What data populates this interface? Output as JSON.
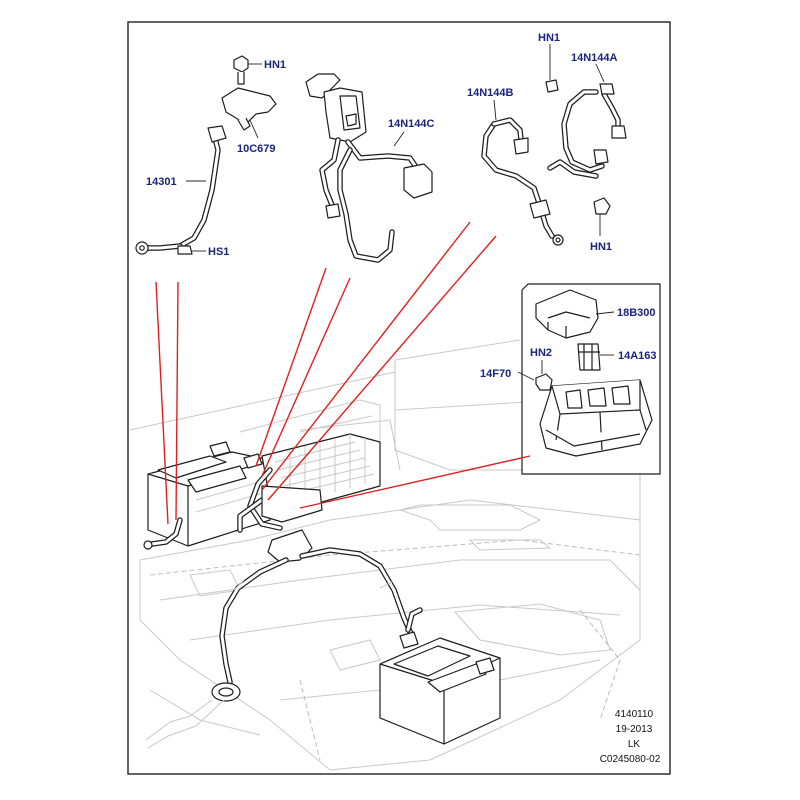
{
  "labels": {
    "hn1_top_left": "HN1",
    "c10c679": "10C679",
    "c14301": "14301",
    "hs1": "HS1",
    "c14n144c": "14N144C",
    "hn1_top_right": "HN1",
    "c14n144a": "14N144A",
    "c14n144b": "14N144B",
    "hn1_right": "HN1",
    "c18b300": "18B300",
    "hn2": "HN2",
    "c14a163": "14A163",
    "c14f70": "14F70"
  },
  "reference": {
    "line1": "4140110",
    "line2": "19-2013",
    "line3": "LK",
    "line4": "C0245080-02"
  },
  "colors": {
    "callout_text": "#1a237e",
    "leader_red": "#e02020",
    "outline": "#1e1e1e",
    "ghost": "#c8c8c8"
  }
}
